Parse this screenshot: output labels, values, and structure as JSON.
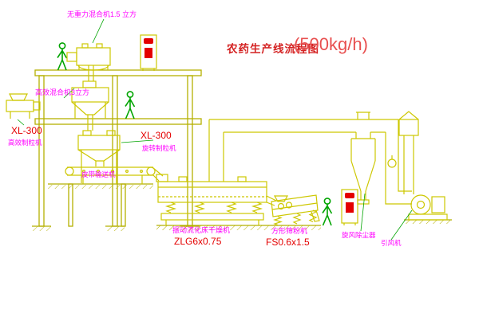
{
  "title": {
    "main": "农药生产线流程图",
    "capacity": "(500kg/h)"
  },
  "labels": {
    "top_mixer": "无重力混合机1.5 立方",
    "high_mixer": "高效混合机3立方",
    "xl300_left_model": "XL-300",
    "xl300_left_name": "高效制粒机",
    "xl300_right_model": "XL-300",
    "xl300_right_name": "旋转制粒机",
    "belt_conveyor": "皮带输送机",
    "dryer_name": "振动流化床干燥机",
    "dryer_model": "ZLG6x0.75",
    "sifter_name": "方形筛粉机",
    "sifter_model": "FS0.6x1.5",
    "cyclone_name": "旋风除尘器",
    "fan_name": "引风机"
  },
  "colors": {
    "structure": "#b5b000",
    "equipment": "#cdc700",
    "people": "#00a400",
    "red_text": "#e40000",
    "magenta_text": "#ff00ff",
    "background": "#ffffff"
  }
}
